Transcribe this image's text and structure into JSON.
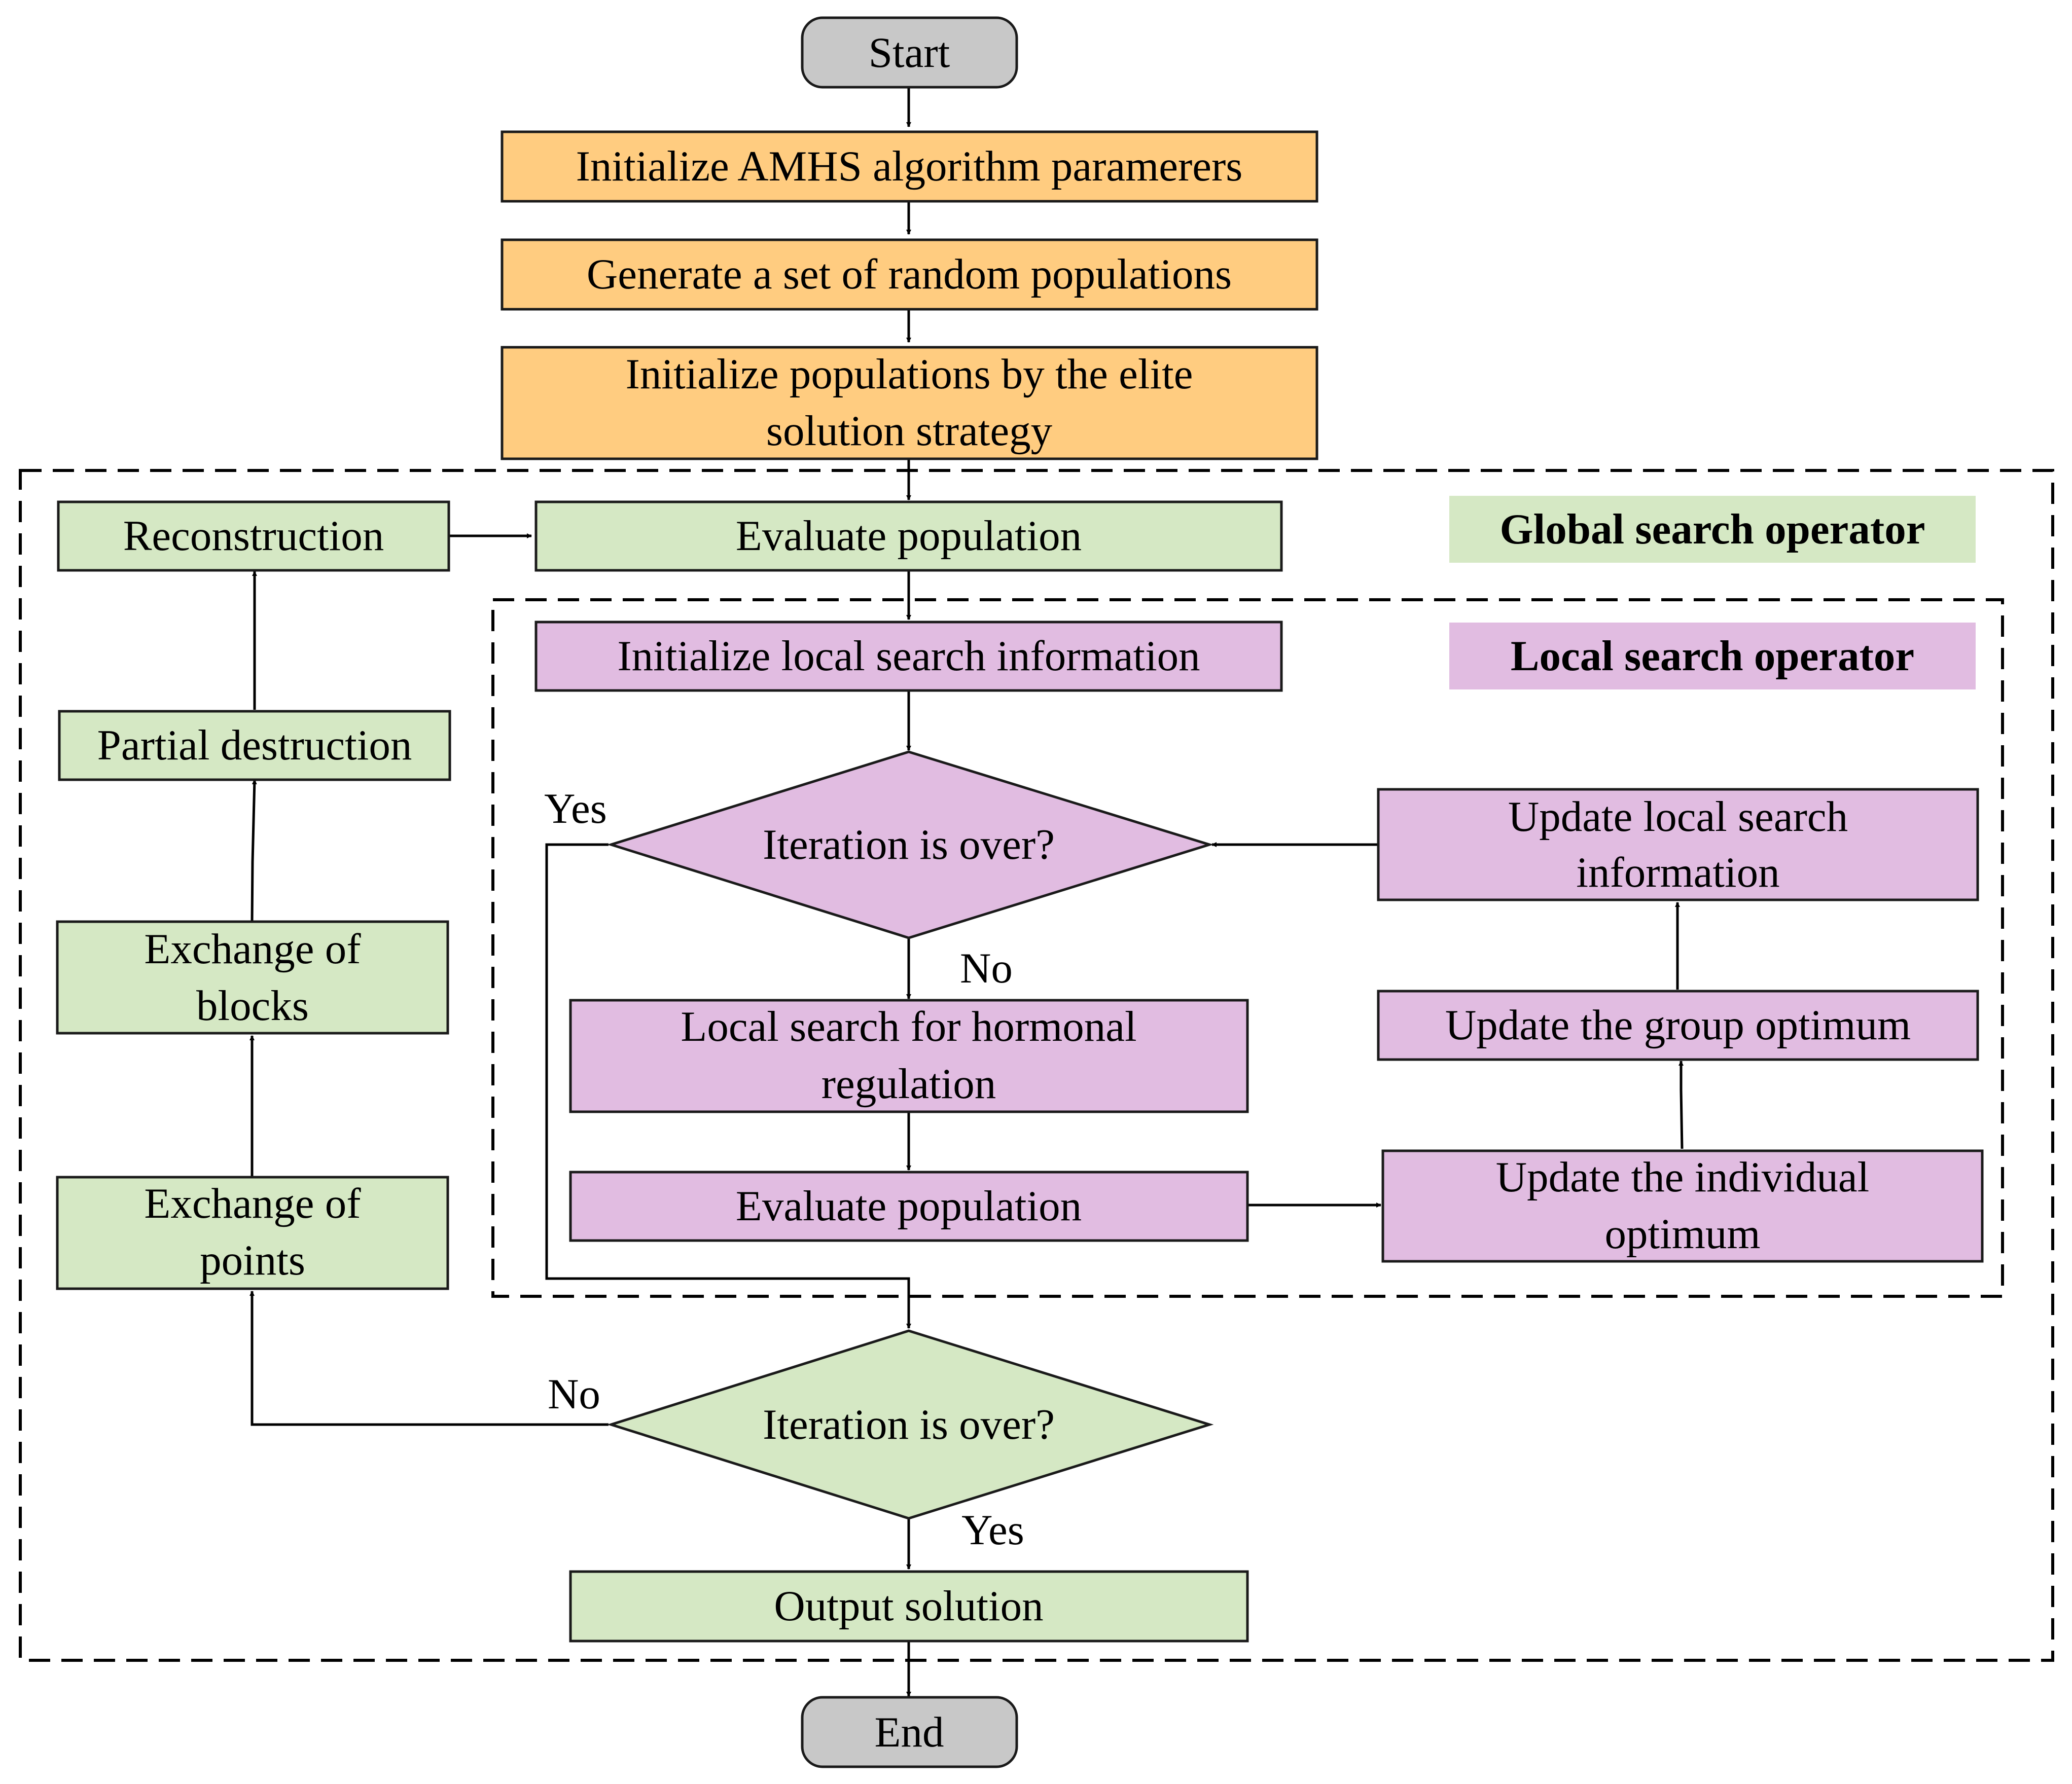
{
  "colors": {
    "orange": "#FFCC80",
    "green": "#D5E8C4",
    "pink": "#E1BCE1",
    "gray": "#C8C8C8"
  },
  "nodes": {
    "start": "Start",
    "init_params": "Initialize AMHS algorithm paramerers",
    "gen_random": "Generate a set of random populations",
    "init_elite_1": "Initialize populations by the elite",
    "init_elite_2": "solution strategy",
    "reconstruction": "Reconstruction",
    "evaluate_global": "Evaluate population",
    "global_label": "Global search operator",
    "init_local": "Initialize local search information",
    "local_label": "Local search operator",
    "partial_destruction": "Partial destruction",
    "iter_local": "Iteration is over?",
    "update_local_1": "Update local search",
    "update_local_2": "information",
    "exchange_blocks_1": "Exchange of",
    "exchange_blocks_2": "blocks",
    "local_hormonal_1": "Local search for hormonal",
    "local_hormonal_2": "regulation",
    "update_group": "Update the group optimum",
    "evaluate_local": "Evaluate population",
    "update_individual_1": "Update the individual",
    "update_individual_2": "optimum",
    "exchange_points_1": "Exchange of",
    "exchange_points_2": "points",
    "iter_global": "Iteration is over?",
    "output": "Output solution",
    "end": "End"
  },
  "edge_labels": {
    "local_yes": "Yes",
    "local_no": "No",
    "global_no": "No",
    "global_yes": "Yes"
  }
}
